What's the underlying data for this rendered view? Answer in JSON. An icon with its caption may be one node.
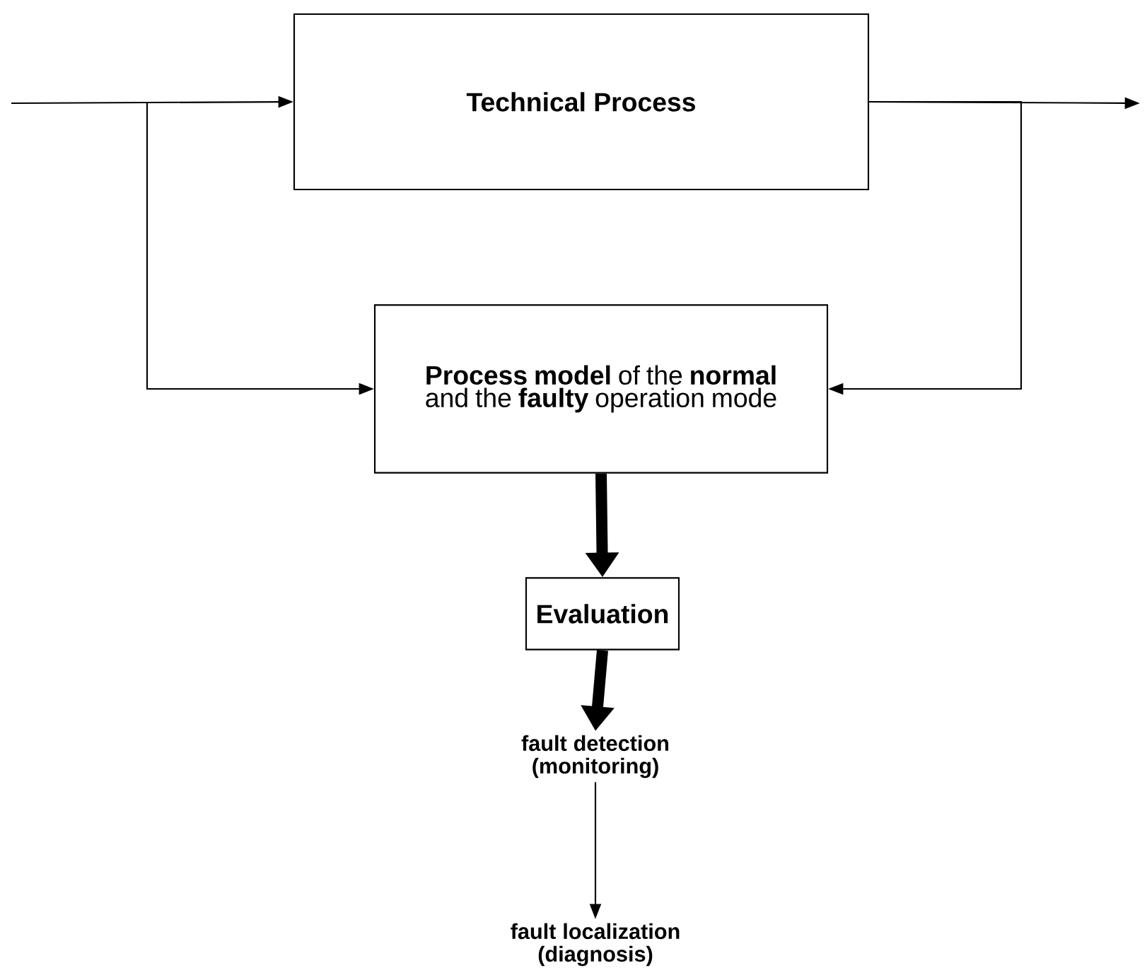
{
  "diagram": {
    "nodes": [
      {
        "text": [
          "Technical Process"
        ]
      },
      {
        "text": [
          "**Process model** of the **normal** and the **faulty** operation mode"
        ]
      },
      {
        "text": [
          "Evaluation"
        ]
      },
      {
        "text": [
          "fault detection (monitoring)"
        ]
      },
      {
        "text": [
          "fault localization (diagnosis)"
        ]
      }
    ],
    "edges": [
      {
        "from": null,
        "to": 0,
        "arrow": "to"
      },
      {
        "from": null,
        "to": 1,
        "arrow": "to"
      },
      {
        "from": 0,
        "to": null,
        "arrow": "to"
      },
      {
        "from": 0,
        "to": 1,
        "arrow": "to"
      },
      {
        "from": 1,
        "to": 2,
        "arrow": "to",
        "style": "thick"
      },
      {
        "from": 2,
        "to": 3,
        "arrow": "to",
        "style": "thick"
      },
      {
        "from": 3,
        "to": 4,
        "arrow": "to"
      }
    ]
  }
}
